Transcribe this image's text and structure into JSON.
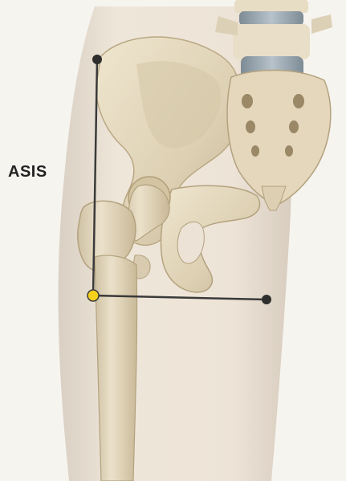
{
  "figure": {
    "label": "ASIS",
    "colors": {
      "background": "#f6f4ef",
      "thigh_skin": "#ece2d6",
      "bone": "#e4d8be",
      "bone_shadow": "#bfae8c",
      "bone_dark": "#9a8866",
      "vertebral_disc": "#9aa7b0",
      "guide_line": "#3a3a3a",
      "marker_dark": "#2e2e2e",
      "marker_yellow": "#f4d21c",
      "label_text": "#222222"
    },
    "icons": [
      "pelvis-illustration",
      "femur-illustration",
      "lumbar-spine-illustration"
    ]
  }
}
